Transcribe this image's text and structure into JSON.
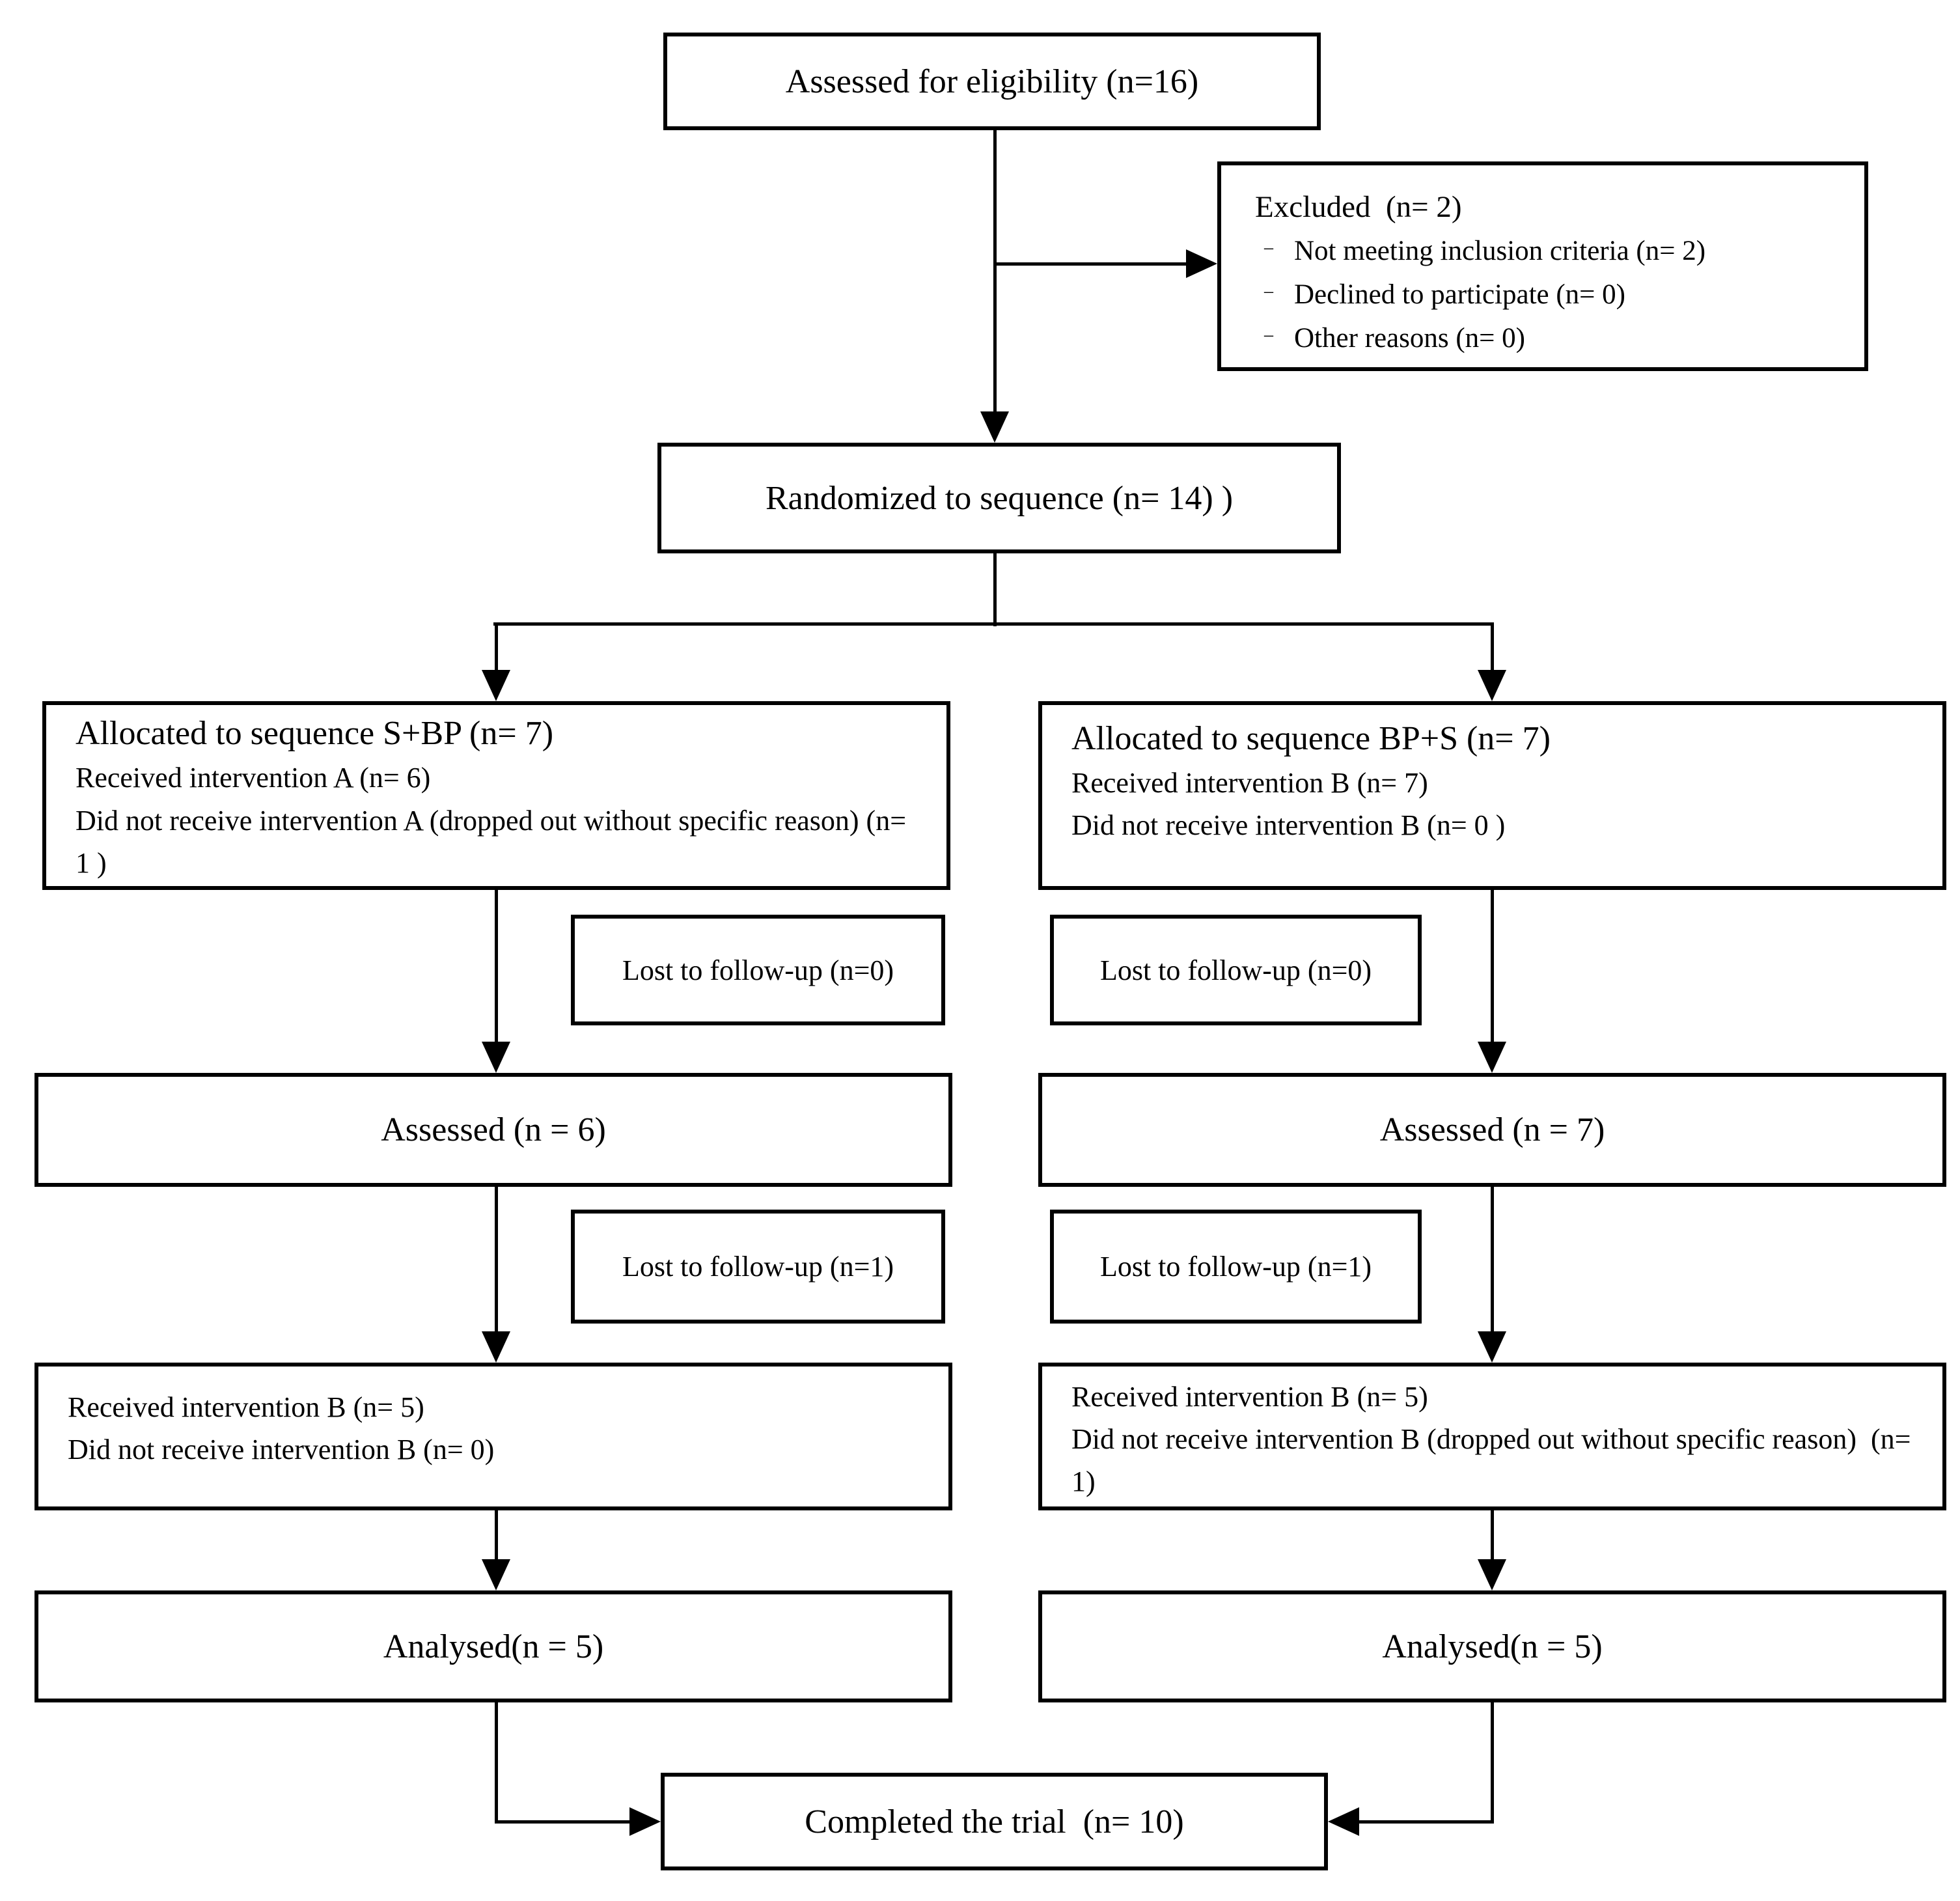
{
  "diagram": {
    "type": "consort-flow-diagram",
    "colors": {
      "border": "#000000",
      "line": "#000000",
      "text": "#000000",
      "background": "#ffffff"
    },
    "boxes": {
      "eligibility": {
        "text": "Assessed for eligibility (n=16)"
      },
      "excluded": {
        "title": "Excluded  (n= 2)",
        "bullet": "–",
        "items": [
          "Not meeting inclusion criteria (n= 2)",
          "Declined to participate (n= 0)",
          "Other reasons (n= 0)"
        ]
      },
      "randomized": {
        "text": "Randomized to sequence (n= 14) )"
      },
      "allocated_left": {
        "title": "Allocated to sequence S+BP (n= 7)",
        "lines": [
          "Received intervention A (n= 6)",
          "Did not receive intervention A (dropped out without specific reason) (n= 1 )"
        ]
      },
      "allocated_right": {
        "title": "Allocated to sequence BP+S (n= 7)",
        "lines": [
          "Received intervention B (n= 7)",
          "Did not receive intervention B (n= 0 )"
        ]
      },
      "lost_followup_left_1": {
        "text": "Lost to follow-up (n=0)"
      },
      "lost_followup_right_1": {
        "text": "Lost to follow-up (n=0)"
      },
      "assessed_left": {
        "text": "Assessed (n = 6)"
      },
      "assessed_right": {
        "text": "Assessed (n = 7)"
      },
      "lost_followup_left_2": {
        "text": "Lost to follow-up (n=1)"
      },
      "lost_followup_right_2": {
        "text": "Lost to follow-up (n=1)"
      },
      "received_left": {
        "lines": [
          "Received intervention B (n= 5)",
          "Did not receive intervention B (n= 0)"
        ]
      },
      "received_right": {
        "lines": [
          "Received intervention B (n= 5)",
          "Did not receive intervention B (dropped out without specific reason)  (n= 1)"
        ]
      },
      "analysed_left": {
        "text": "Analysed(n = 5)"
      },
      "analysed_right": {
        "text": "Analysed(n = 5)"
      },
      "completed": {
        "text": "Completed the trial  (n= 10)"
      }
    }
  }
}
